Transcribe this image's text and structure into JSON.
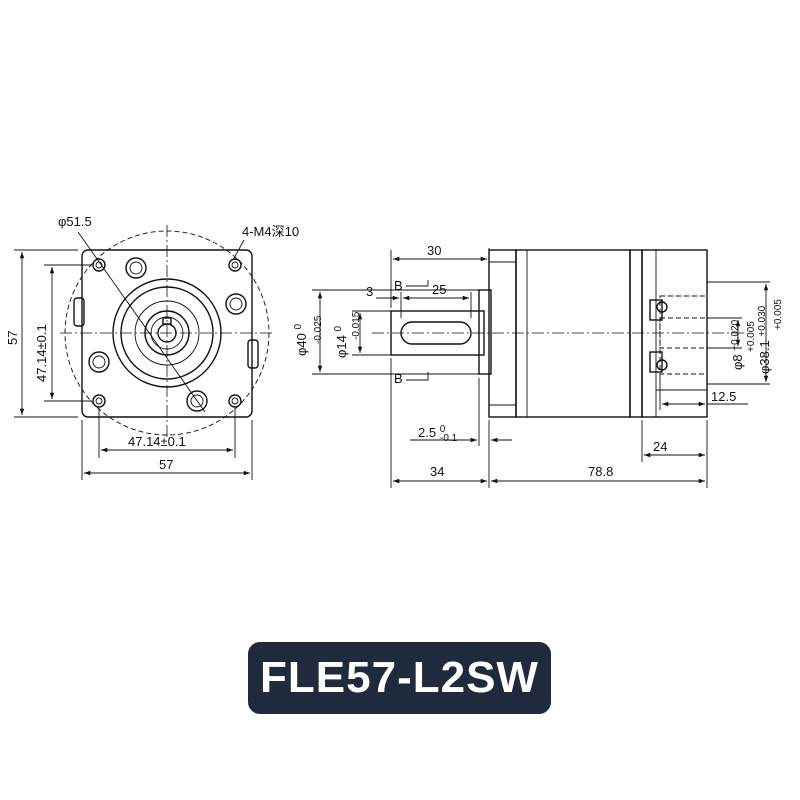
{
  "product": {
    "model_label": "FLE57-L2SW",
    "badge_color": "#1f2a3c"
  },
  "front_view": {
    "pcd_label": "φ51.5",
    "holes_label": "4-M4深10",
    "height_label": "57",
    "hole_spacing_v_label": "47.14±0.1",
    "hole_spacing_h_label": "47.14±0.1",
    "width_label": "57"
  },
  "side_view": {
    "shaft_length_label": "30",
    "key_offset_label": "3",
    "key_length_label": "25",
    "section_label_top": "B",
    "section_label_bottom": "B",
    "pilot_dia_label": "φ40",
    "pilot_tol_upper": "0",
    "pilot_tol_lower": "-0.025",
    "shaft_dia_label": "φ14",
    "shaft_tol_upper": "0",
    "shaft_tol_lower": "-0.015",
    "flange_thk_label": "2.5",
    "flange_tol_upper": "0",
    "flange_tol_lower": "-0.1",
    "front_length_label": "34",
    "body_length_label": "78.8",
    "motor_side_length_label": "24",
    "input_depth_label": "12.5",
    "input_bore_label": "φ8",
    "input_bore_tol_upper": "+0.020",
    "input_bore_tol_lower": "+0.005",
    "input_pilot_label": "φ38.1",
    "input_pilot_tol_upper": "+0.030",
    "input_pilot_tol_lower": "+0.005"
  }
}
